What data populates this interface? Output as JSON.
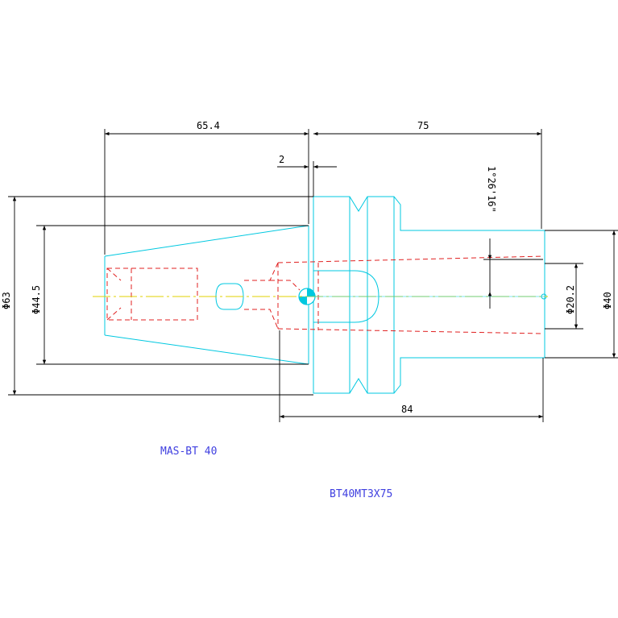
{
  "drawing": {
    "dimensions": {
      "d_65_4": "65.4",
      "d_75": "75",
      "d_2": "2",
      "d_phi63": "Φ63",
      "d_phi44_5": "Φ44.5",
      "d_angle": "1°26'16\"",
      "d_phi20_2": "Φ20.2",
      "d_phi40": "Φ40",
      "d_84": "84"
    },
    "labels": {
      "holder_standard": "MAS-BT 40",
      "part_number": "BT40MT3X75"
    },
    "colors": {
      "outline": "#00c8e0",
      "hidden": "#e02020",
      "centerline": "#e0d000",
      "dimension": "#000000",
      "label": "#4040e0"
    }
  }
}
